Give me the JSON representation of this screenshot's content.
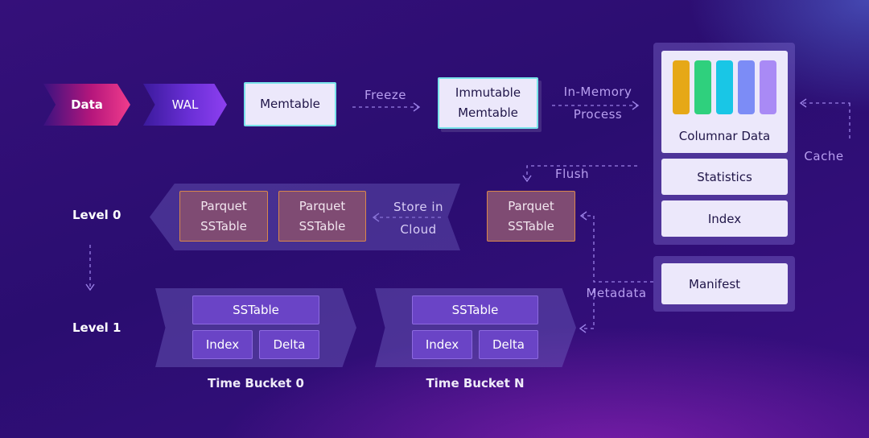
{
  "pipeline": {
    "data_label": "Data",
    "wal_label": "WAL",
    "memtable_label": "Memtable",
    "freeze_label": "Freeze",
    "immutable_line1": "Immutable",
    "immutable_line2": "Memtable",
    "inmemory_line1": "In-Memory",
    "inmemory_line2": "Process"
  },
  "storage_panel": {
    "columnar_label": "Columnar Data",
    "statistics_label": "Statistics",
    "index_label": "Index",
    "cache_label": "Cache",
    "manifest_label": "Manifest",
    "column_colors": [
      "#e6a817",
      "#2fd07d",
      "#19c6e6",
      "#7c8cf6",
      "#a98af5"
    ]
  },
  "flush_label": "Flush",
  "metadata_label": "Metadata",
  "level0": {
    "label": "Level 0",
    "store_line1": "Store in",
    "store_line2": "Cloud",
    "parquet_line1": "Parquet",
    "parquet_line2": "SSTable"
  },
  "level1": {
    "label": "Level 1",
    "buckets": [
      {
        "sstable": "SSTable",
        "index": "Index",
        "delta": "Delta",
        "name": "Time Bucket 0"
      },
      {
        "sstable": "SSTable",
        "index": "Index",
        "delta": "Delta",
        "name": "Time Bucket N"
      }
    ]
  }
}
